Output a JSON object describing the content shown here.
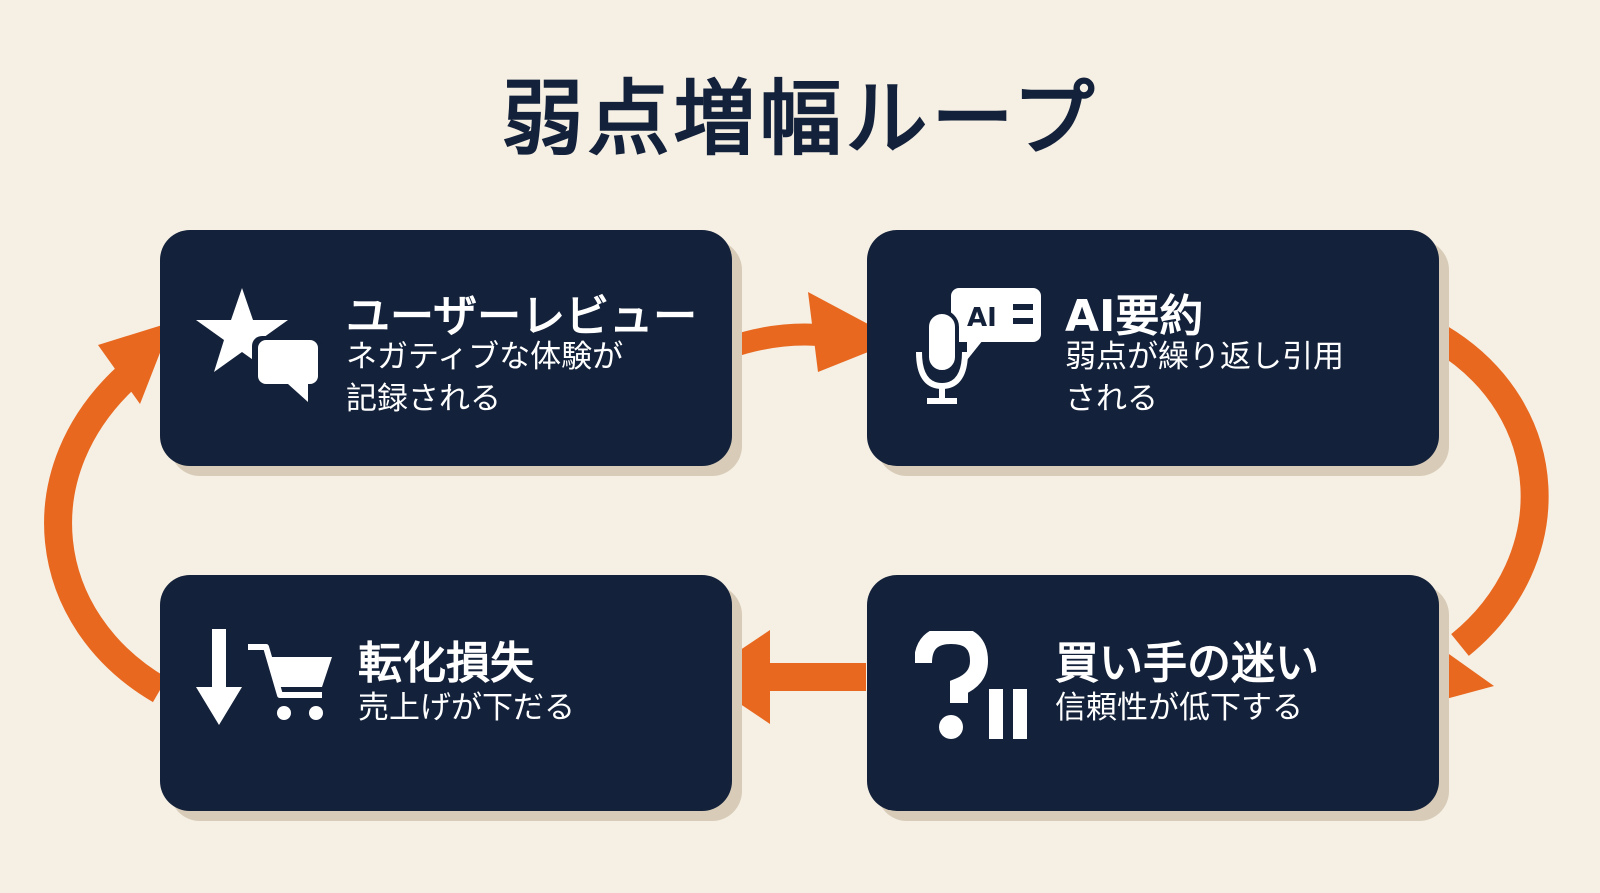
{
  "title": "弱点増幅ループ",
  "colors": {
    "background": "#f5efe4",
    "card": "#13213a",
    "arrow": "#e8681f",
    "shadow": "#d8ccb8"
  },
  "cards": [
    {
      "heading": "ユーザーレビュー",
      "desc_line1": "ネガティブな体験が",
      "desc_line2": "記録される",
      "icon": "star-speech-bubble-icon"
    },
    {
      "heading": "AI要約",
      "icon_text": "AI",
      "desc_line1": "弱点が繰り返し引用",
      "desc_line2": "される",
      "icon": "microphone-ai-bubble-icon"
    },
    {
      "heading": "買い手の迷い",
      "desc_line1": "信頼性が低下する",
      "icon": "question-pause-icon"
    },
    {
      "heading": "転化損失",
      "desc_line1": "売上げが下だる",
      "icon": "down-arrow-cart-icon"
    }
  ]
}
